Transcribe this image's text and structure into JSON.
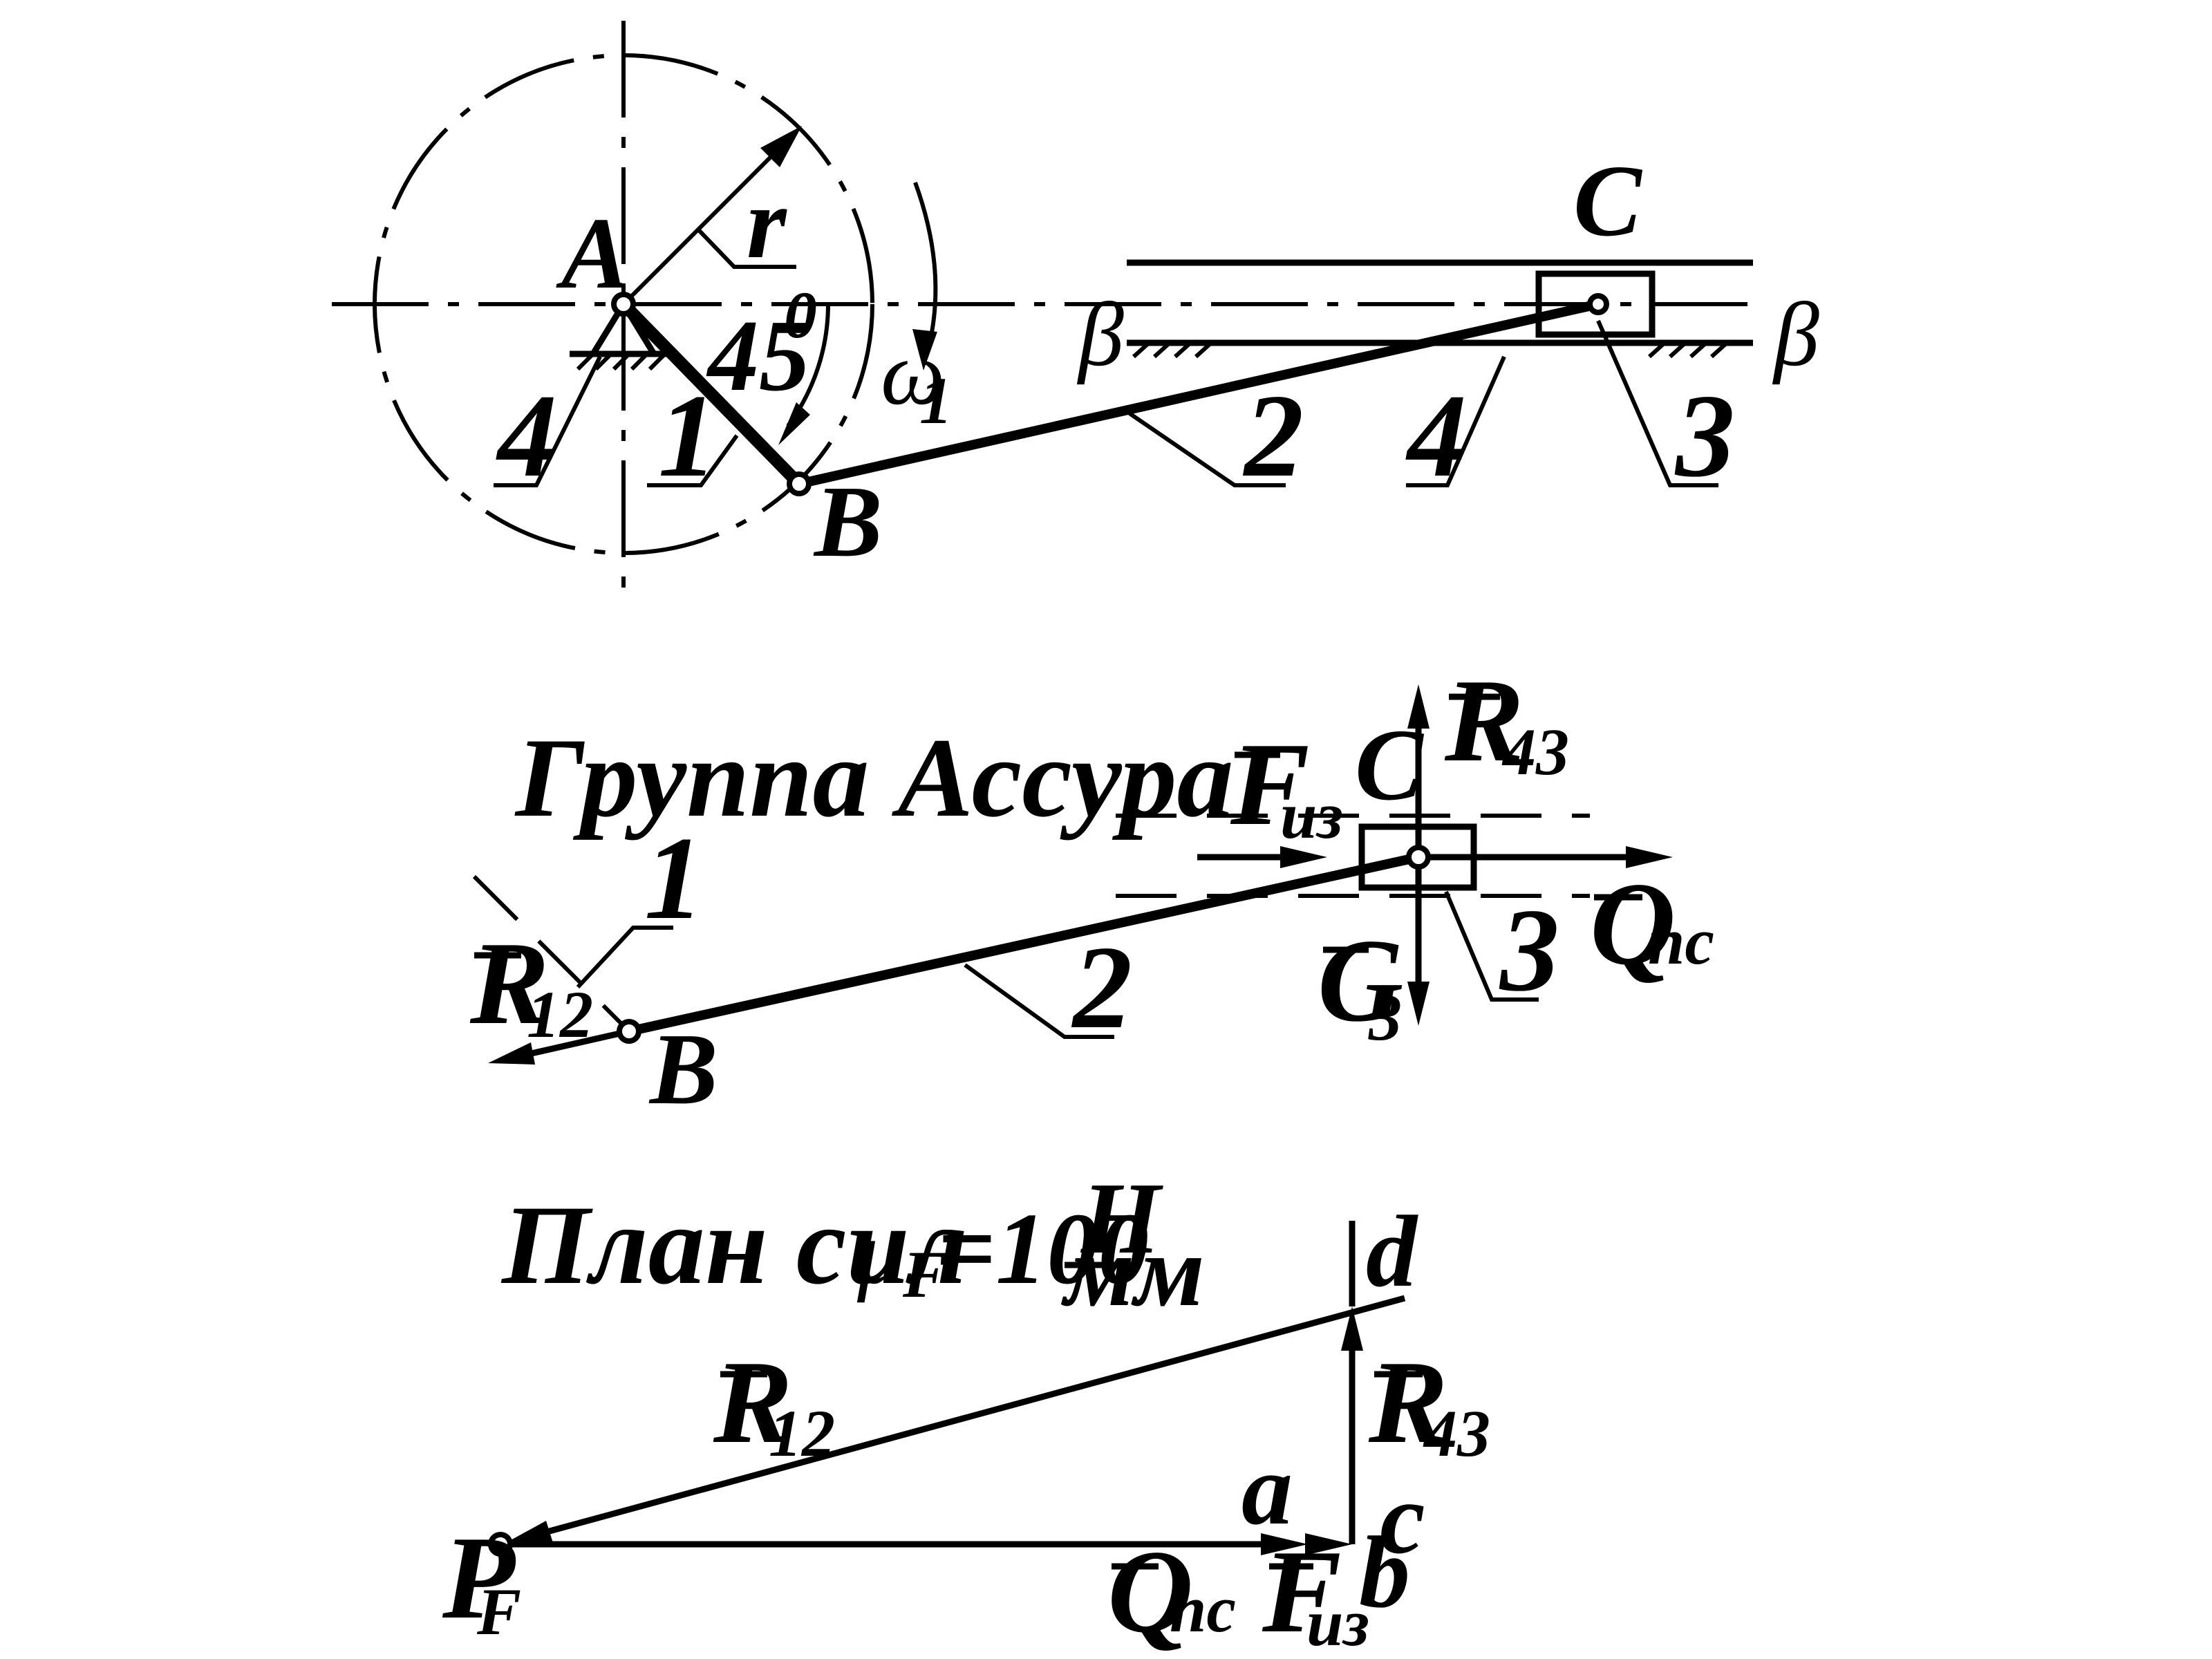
{
  "mechanism": {
    "point_a": "A",
    "point_b": "B",
    "point_c": "C",
    "radius": "r",
    "angle_value": "45",
    "angle_degree": "0",
    "omega": "ω",
    "omega_sub": "1",
    "beta": "β",
    "link_labels": [
      "4",
      "1",
      "2",
      "4",
      "3"
    ]
  },
  "assur_group": {
    "title": "Группа Ассура",
    "link1": "1",
    "link2": "2",
    "link3": "3",
    "point_b": "B",
    "point_c": "C",
    "r12_main": "R",
    "r12_sub": "12",
    "r43_main": "R",
    "r43_sub": "43",
    "finertia_main": "F",
    "finertia_sub": "из",
    "q_main": "Q",
    "q_sub": "пс",
    "g_main": "G",
    "g_sub": "3"
  },
  "force_plan": {
    "title": "План сил",
    "scale_mu": "μ",
    "scale_mu_sub": "F",
    "scale_eq": "=100",
    "scale_num": "Н",
    "scale_den": "мм",
    "pole_main": "P",
    "pole_sub": "F",
    "point_a": "a",
    "point_b": "b",
    "point_c": "c",
    "point_d": "d",
    "r12_main": "R",
    "r12_sub": "12",
    "r43_main": "R",
    "r43_sub": "43",
    "q_main": "Q",
    "q_sub": "пс",
    "f_main": "F",
    "f_sub": "из"
  }
}
